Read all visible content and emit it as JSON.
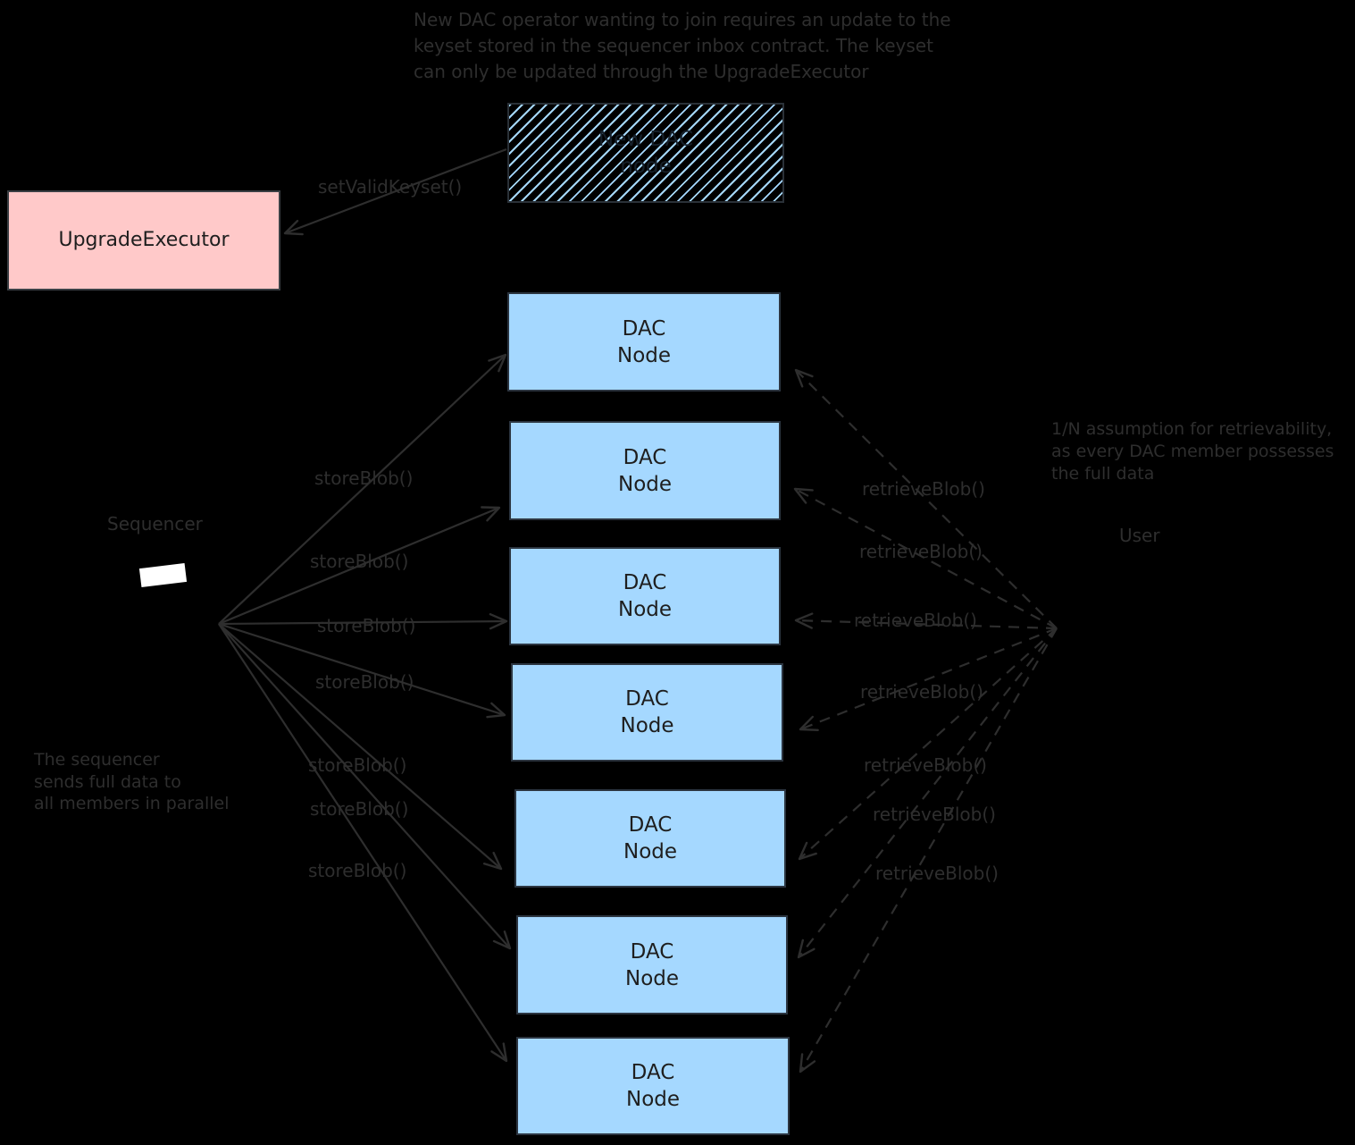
{
  "colors": {
    "background": "#000000",
    "dac_node_fill": "#a5d8ff",
    "upgrade_executor_fill": "#ffc9c9",
    "hatch_stripe": "#a5d8ff",
    "stroke": "#2e2e2e",
    "box_text": "#1e1e1e",
    "sequencer_icon": "#ffffff"
  },
  "annotations": {
    "keyset_note": "New DAC operator wanting to join requires an update to the\nkeyset stored in the sequencer inbox contract. The keyset\ncan only be updated through the UpgradeExecutor",
    "retrievability_note": "1/N assumption for retrievability,\nas every DAC member possesses\nthe full data",
    "parallel_note": "The sequencer\nsends full data to\nall members in parallel",
    "sequencer_label": "Sequencer",
    "user_label": "User"
  },
  "nodes": {
    "new_dac_node": "New DAC\nnode",
    "upgrade_executor": "UpgradeExecutor",
    "dac_nodes": [
      "DAC\nNode",
      "DAC\nNode",
      "DAC\nNode",
      "DAC\nNode",
      "DAC\nNode",
      "DAC\nNode",
      "DAC\nNode"
    ]
  },
  "edges": {
    "set_valid_keyset": "setValidKeyset()",
    "store_labels": [
      "storeBlob()",
      "storeBlob()",
      "storeBlob()",
      "storeBlob()",
      "storeBlob()",
      "storeBlob()",
      "storeBlob()"
    ],
    "retrieve_labels": [
      "retrieveBlob()",
      "retrieveBlob()",
      "retrieveBlob()",
      "retrieveBlob()",
      "retrieveBlob()",
      "retrieveBlob()",
      "retrieveBlob()"
    ]
  }
}
